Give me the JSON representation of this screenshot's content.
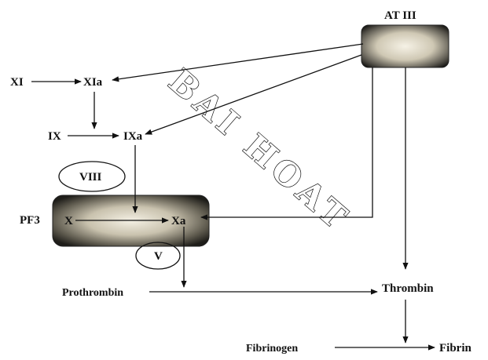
{
  "nodes": {
    "at3": "AT III",
    "xi": "XI",
    "xia": "XIa",
    "ix": "IX",
    "ixa": "IXa",
    "viii": "VIII",
    "pf3": "PF3",
    "x": "X",
    "xa": "Xa",
    "v": "V",
    "prothrombin": "Prothrombin",
    "thrombin": "Thrombin",
    "fibrinogen": "Fibrinogen",
    "fibrin": "Fibrin"
  },
  "watermark": {
    "text": "BAI HOAT"
  }
}
